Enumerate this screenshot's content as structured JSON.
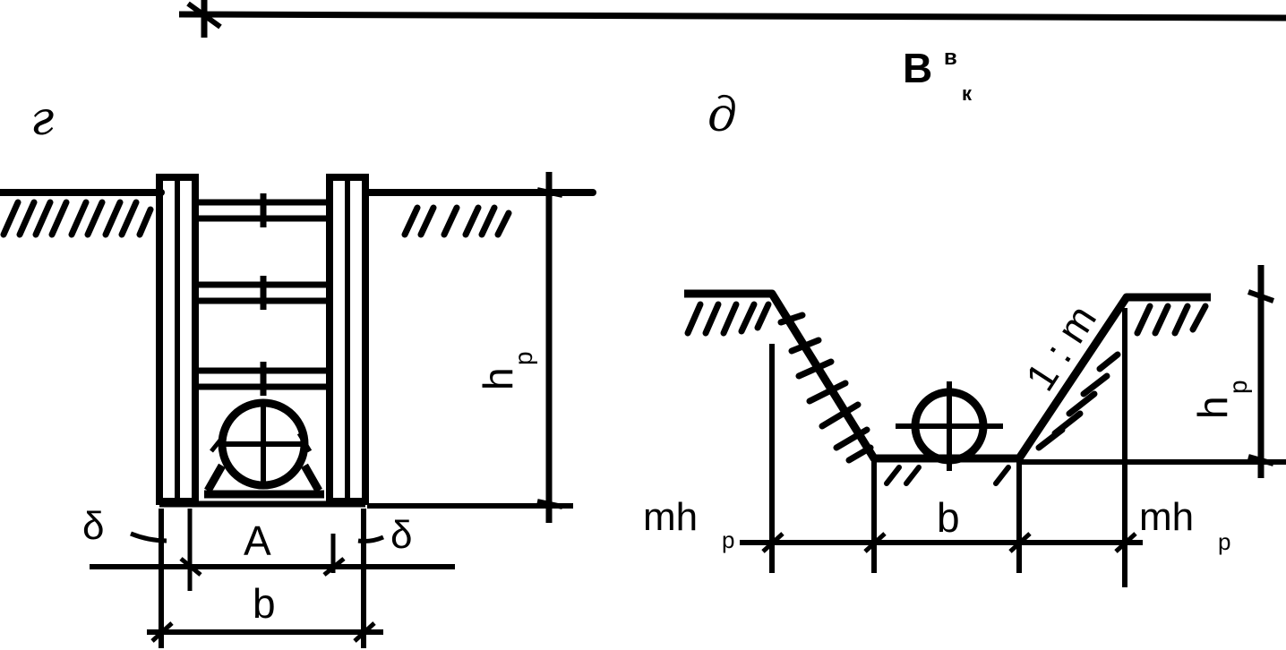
{
  "top": {
    "label_main": "B",
    "label_sup": "в",
    "label_sub": "к"
  },
  "panel_g": {
    "letter": "г",
    "depth_main": "h",
    "depth_sub": "р",
    "inner_width": "A",
    "outer_width": "b",
    "wall_left": "δ",
    "wall_right": "δ"
  },
  "panel_d": {
    "letter": "д",
    "slope": "1 : m",
    "depth_main": "h",
    "depth_sub": "р",
    "bottom_width": "b",
    "left_offset_main": "mh",
    "left_offset_sub": "р",
    "right_offset_main": "mh",
    "right_offset_sub": "р"
  }
}
